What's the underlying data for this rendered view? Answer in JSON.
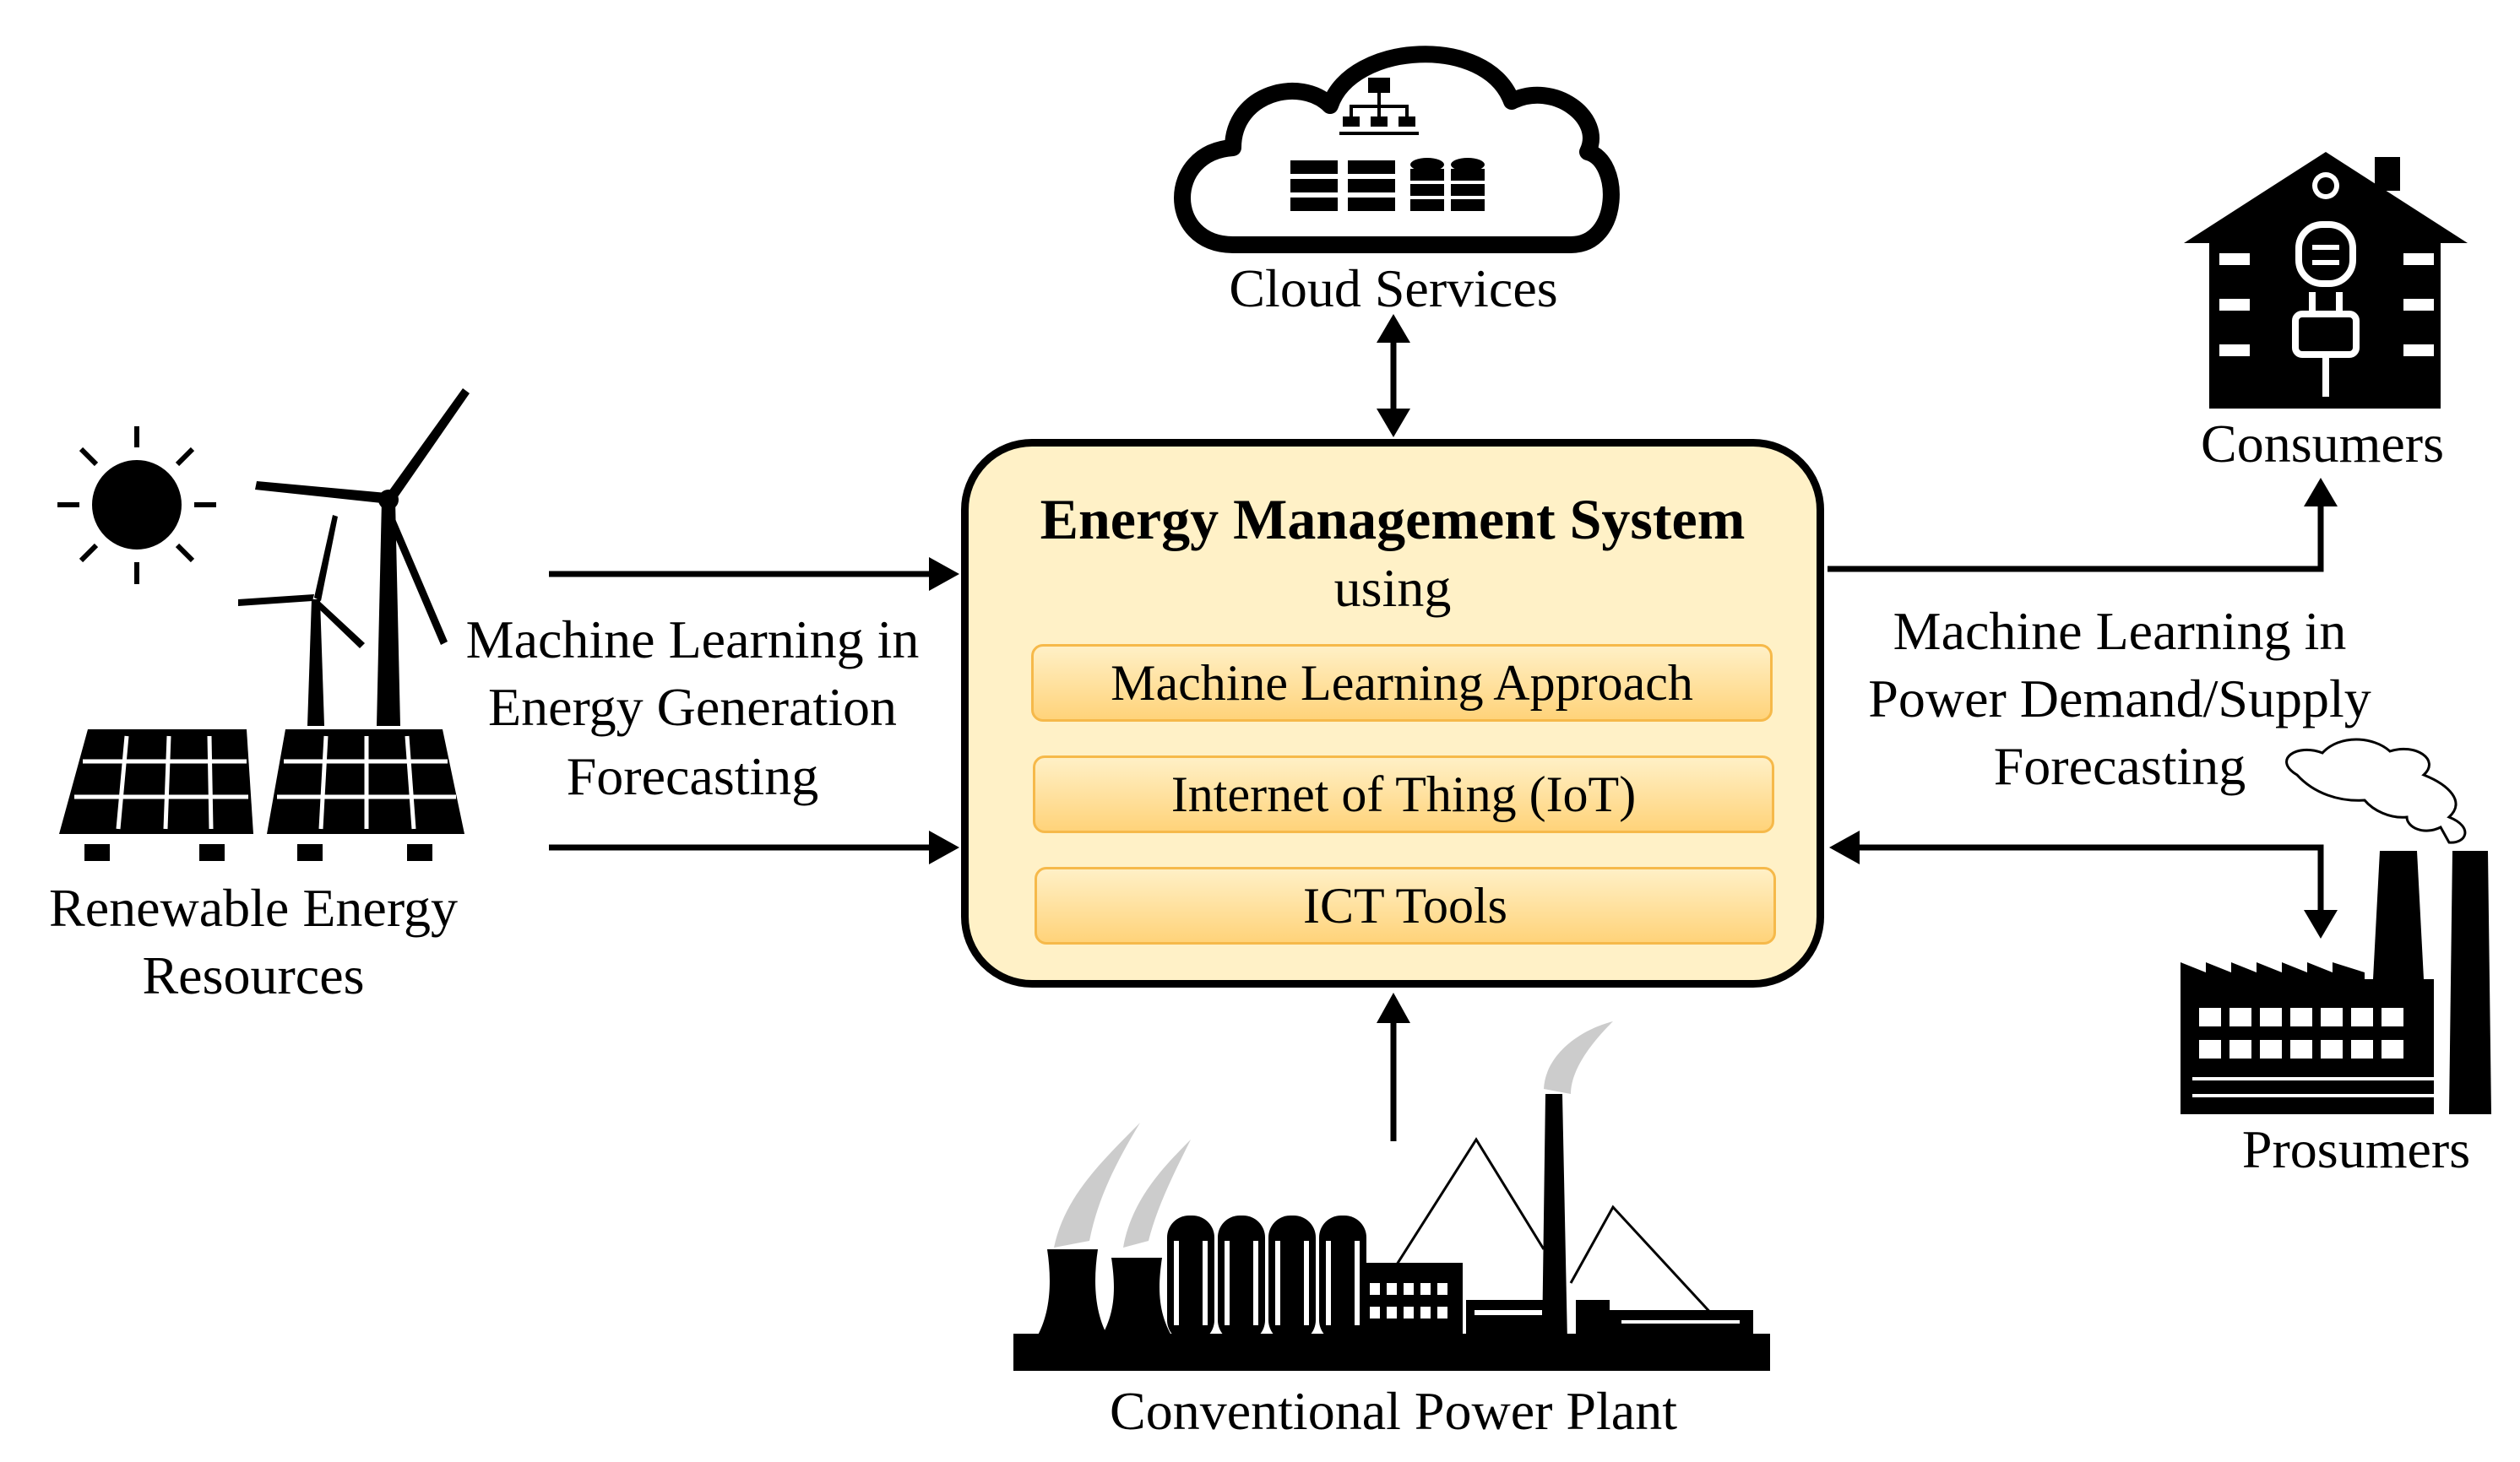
{
  "center": {
    "title": "Energy Management System",
    "subtitle": "using",
    "items": [
      "Machine Learning Approach",
      "Internet of Thing (IoT)",
      "ICT Tools"
    ]
  },
  "nodes": {
    "cloud": "Cloud Services",
    "renewable": [
      "Renewable Energy",
      "Resources"
    ],
    "consumers": "Consumers",
    "prosumers": "Prosumers",
    "conventional": "Conventional Power Plant"
  },
  "edges": {
    "generation": [
      "Machine Learning in",
      "Energy Generation",
      "Forecasting"
    ],
    "demand": [
      "Machine Learning in",
      "Power Demand/Supply",
      "Forecasting"
    ]
  },
  "colors": {
    "box_fill": "#fff1c7",
    "pill_fill": "#ffd37a",
    "pill_border": "#f6b94a",
    "ink": "#000000"
  }
}
